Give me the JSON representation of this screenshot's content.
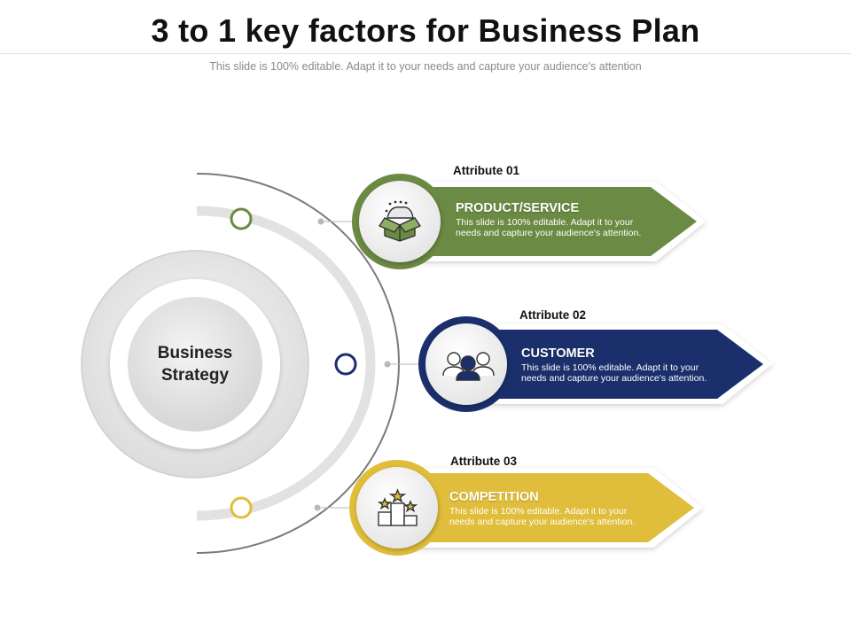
{
  "title": "3 to 1 key factors for Business Plan",
  "subtitle": "This slide is 100% editable. Adapt it to your needs and capture your audience's attention",
  "center": {
    "line1": "Business",
    "line2": "Strategy"
  },
  "items": [
    {
      "attribute": "Attribute 01",
      "heading": "PRODUCT/SERVICE",
      "desc_line1": "This slide is 100% editable. Adapt it to your",
      "desc_line2": "needs and capture your audience's attention.",
      "color": "#6b8a43",
      "icon": "product-box-icon"
    },
    {
      "attribute": "Attribute 02",
      "heading": "CUSTOMER",
      "desc_line1": "This slide is 100% editable. Adapt it to your",
      "desc_line2": "needs and capture your audience's attention.",
      "color": "#1a2f6b",
      "icon": "customer-group-icon"
    },
    {
      "attribute": "Attribute 03",
      "heading": "COMPETITION",
      "desc_line1": "This slide is 100% editable. Adapt it to your",
      "desc_line2": "needs and capture your audience's attention.",
      "color": "#e0bd3a",
      "icon": "competition-podium-icon"
    }
  ]
}
